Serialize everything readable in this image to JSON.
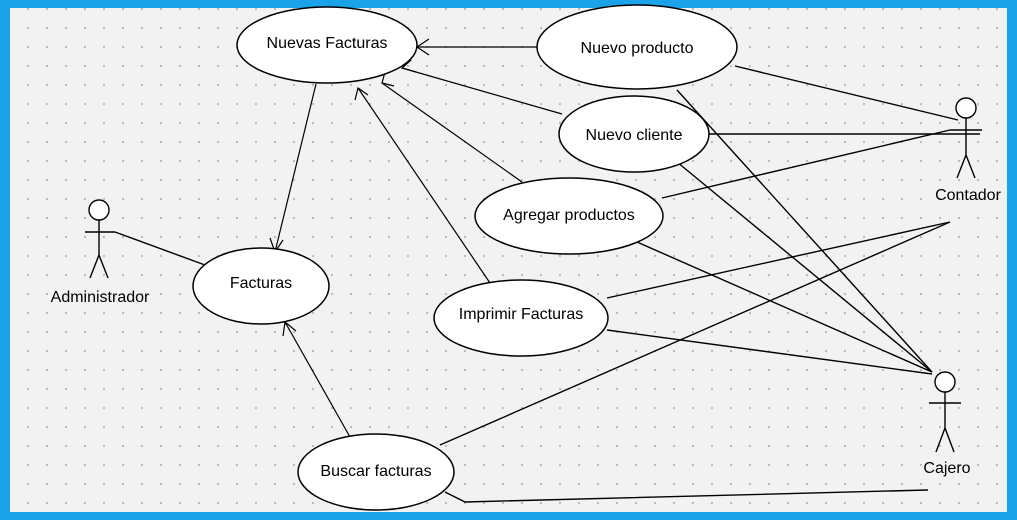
{
  "colors": {
    "frame": "#1aa3e8",
    "background": "#f2f2f2",
    "grid_dot": "#b5b5b5",
    "stroke": "#000000",
    "ellipse_fill": "#ffffff"
  },
  "use_cases": {
    "nuevas_facturas": "Nuevas Facturas",
    "nuevo_producto": "Nuevo producto",
    "nuevo_cliente": "Nuevo cliente",
    "agregar_productos": "Agregar productos",
    "facturas": "Facturas",
    "imprimir_facturas": "Imprimir Facturas",
    "buscar_facturas": "Buscar facturas"
  },
  "actors": {
    "administrador": "Administrador",
    "contador": "Contador",
    "cajero": "Cajero"
  }
}
